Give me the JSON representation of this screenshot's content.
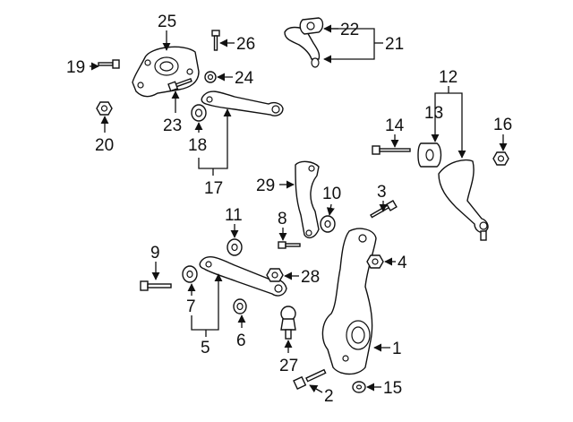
{
  "diagram": {
    "callouts": [
      {
        "id": "c1",
        "text": "1"
      },
      {
        "id": "c2",
        "text": "2"
      },
      {
        "id": "c3",
        "text": "3"
      },
      {
        "id": "c4",
        "text": "4"
      },
      {
        "id": "c5",
        "text": "5"
      },
      {
        "id": "c6",
        "text": "6"
      },
      {
        "id": "c7",
        "text": "7"
      },
      {
        "id": "c8",
        "text": "8"
      },
      {
        "id": "c9",
        "text": "9"
      },
      {
        "id": "c10",
        "text": "10"
      },
      {
        "id": "c11",
        "text": "11"
      },
      {
        "id": "c12",
        "text": "12"
      },
      {
        "id": "c13",
        "text": "13"
      },
      {
        "id": "c14",
        "text": "14"
      },
      {
        "id": "c15",
        "text": "15"
      },
      {
        "id": "c16",
        "text": "16"
      },
      {
        "id": "c17",
        "text": "17"
      },
      {
        "id": "c18",
        "text": "18"
      },
      {
        "id": "c19",
        "text": "19"
      },
      {
        "id": "c20",
        "text": "20"
      },
      {
        "id": "c21",
        "text": "21"
      },
      {
        "id": "c22",
        "text": "22"
      },
      {
        "id": "c23",
        "text": "23"
      },
      {
        "id": "c24",
        "text": "24"
      },
      {
        "id": "c25",
        "text": "25"
      },
      {
        "id": "c26",
        "text": "26"
      },
      {
        "id": "c27",
        "text": "27"
      },
      {
        "id": "c28",
        "text": "28"
      },
      {
        "id": "c29",
        "text": "29"
      }
    ]
  }
}
